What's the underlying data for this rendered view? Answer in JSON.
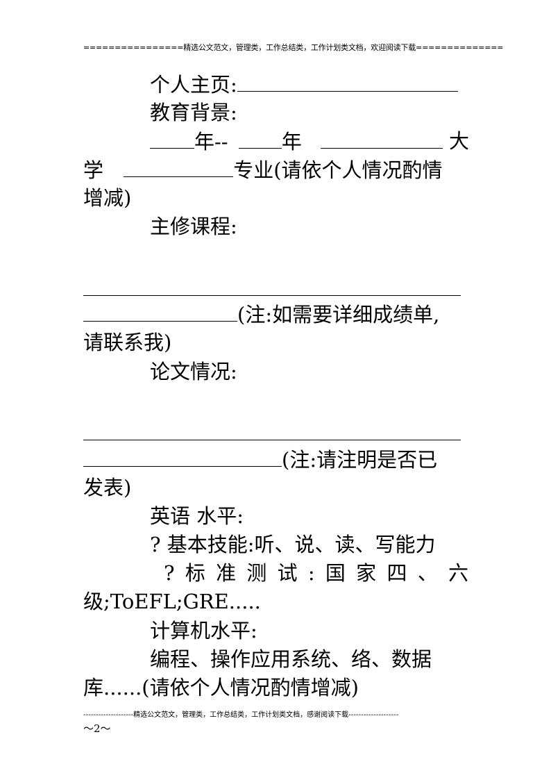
{
  "header": {
    "text": "================精选公文范文，管理类，工作总结类，工作计划类文档，欢迎阅读下载=============="
  },
  "body": {
    "homepage_label": "个人主页:",
    "education_label": "教育背景:",
    "edu_year1": "年--",
    "edu_year2": "年",
    "edu_univ": "大",
    "edu_univ2": "学",
    "edu_major": "专业(请依个人情况酌情",
    "edu_major_end": "增减)",
    "courses_label": "主修课程:",
    "courses_note": "(注:如需要详细成绩单,",
    "courses_note_end": "请联系我)",
    "thesis_label": "论文情况:",
    "thesis_note": "(注:请注明是否已",
    "thesis_note_end": "发表)",
    "english_label": "英语  水平:",
    "english_basic": "? 基本技能:听、说、读、写能力",
    "english_test_chars": [
      "?",
      "标",
      "准",
      "测",
      "试",
      ":",
      "国",
      "家",
      "四",
      "、",
      "六"
    ],
    "english_test_end": "级;ToEFL;GRE.....",
    "computer_label": "计算机水平:",
    "computer_skills": "编程、操作应用系统、络、数据",
    "computer_skills_end": "库......(请依个人情况酌情增减)"
  },
  "footer": {
    "text": "--------------------精选公文范文，管理类，工作总结类，工作计划类文档，感谢阅读下载--------------------",
    "page_number": "～2～"
  }
}
